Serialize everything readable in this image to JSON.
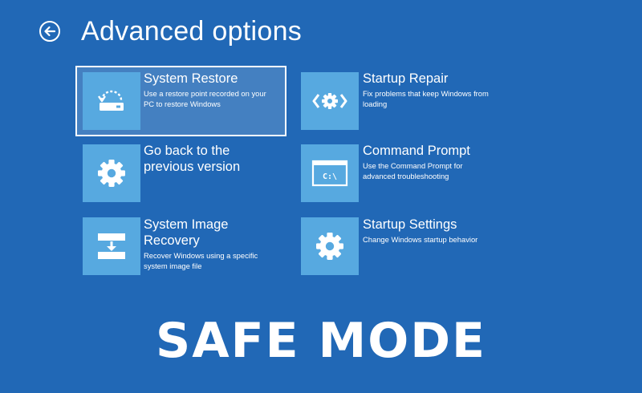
{
  "page": {
    "title": "Advanced options",
    "back_icon": "back-arrow-circle-icon"
  },
  "options": [
    {
      "id": "system-restore",
      "icon": "restore-drive-icon",
      "title_lines": [
        "System Restore"
      ],
      "desc_lines": [
        "Use a restore point recorded on your",
        "PC to restore Windows"
      ],
      "selected": true
    },
    {
      "id": "startup-repair",
      "icon": "code-brackets-gear-icon",
      "title_lines": [
        "Startup Repair"
      ],
      "desc_lines": [
        "Fix problems that keep Windows from",
        "loading"
      ],
      "selected": false
    },
    {
      "id": "go-back",
      "icon": "gear-icon",
      "title_lines": [
        "Go back to the",
        "previous version"
      ],
      "desc_lines": [],
      "selected": false
    },
    {
      "id": "command-prompt",
      "icon": "command-prompt-icon",
      "title_lines": [
        "Command Prompt"
      ],
      "desc_lines": [
        "Use the Command Prompt for",
        "advanced troubleshooting"
      ],
      "selected": false
    },
    {
      "id": "system-image-recovery",
      "icon": "image-recovery-icon",
      "title_lines": [
        "System Image",
        "Recovery"
      ],
      "desc_lines": [
        "Recover Windows using a specific",
        "system image file"
      ],
      "selected": false
    },
    {
      "id": "startup-settings",
      "icon": "gear-icon",
      "title_lines": [
        "Startup Settings"
      ],
      "desc_lines": [
        "Change Windows startup behavior"
      ],
      "selected": false
    }
  ],
  "cmd_prompt_text": "C:\\",
  "banner": {
    "text": "SAFE MODE"
  },
  "colors": {
    "background": "#2168b6",
    "tile": "#57a9e0",
    "text": "#ffffff"
  }
}
